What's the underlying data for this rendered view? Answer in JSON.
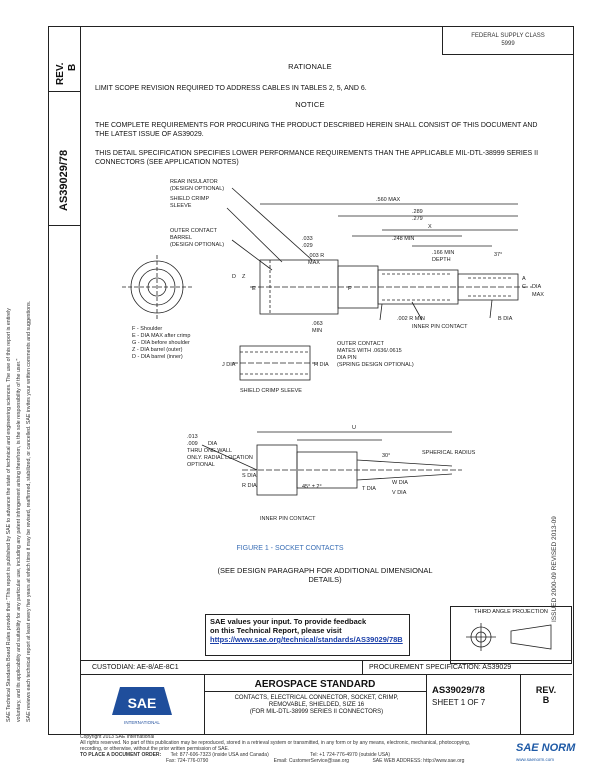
{
  "header": {
    "rev_label": "REV.",
    "rev_value": "B",
    "doc_number": "AS39029/78",
    "federal_class": "FEDERAL SUPPLY CLASS",
    "federal_class_num": "5999"
  },
  "left_notice": {
    "line1": "SAE Technical Standards Board Rules provide that: \"This report is published by SAE to advance the state of technical and engineering sciences. The use of this report is entirely",
    "line2": "voluntary, and its applicability and suitability for any particular use, including any patent infringement arising therefrom, is the sole responsibility of the user.\"",
    "line3": "SAE reviews each technical report at least every five years at which time it may be revised, reaffirmed, stabilized, or cancelled. SAE invites your written comments and suggestions."
  },
  "rationale": {
    "heading": "RATIONALE",
    "text": "LIMIT SCOPE REVISION REQUIRED TO ADDRESS CABLES IN TABLES 2, 5, AND 6."
  },
  "notice": {
    "heading": "NOTICE",
    "p1": "THE COMPLETE REQUIREMENTS FOR PROCURING THE PRODUCT DESCRIBED HEREIN SHALL CONSIST OF THIS DOCUMENT AND THE LATEST ISSUE OF AS39029.",
    "p2": "THIS DETAIL SPECIFICATION SPECIFIES LOWER PERFORMANCE REQUIREMENTS THAN THE APPLICABLE MIL-DTL-38999 SERIES II CONNECTORS (SEE APPLICATION NOTES)"
  },
  "drawing": {
    "rear_insulator": "REAR INSULATOR",
    "design_optional": "(DESIGN OPTIONAL)",
    "shield_crimp": "SHIELD CRIMP",
    "sleeve": "SLEEVE",
    "outer_contact": "OUTER CONTACT",
    "barrel": "BARREL",
    "barrel_opt": "(DESIGN OPTIONAL)",
    "dim_560": ".560 MAX",
    "dim_289": ".289",
    "dim_279": ".279",
    "dim_x": "X",
    "dim_033": ".033",
    "dim_029": ".029",
    "dim_248": ".248 MIN",
    "dim_003": ".003 R",
    "dim_003b": "MAX",
    "dim_166": ".166 MIN",
    "dim_depth": "DEPTH",
    "dim_37": "37°",
    "dim_063": ".063",
    "dim_063b": "MIN",
    "dim_002": ".002 R MIN",
    "inner_pin": "INNER PIN CONTACT",
    "b_dia": "B DIA",
    "a_label": "A",
    "c_label": "C",
    "dia_label": "DIA",
    "max_label": "MAX",
    "letters": [
      "D",
      "Z",
      "E",
      "F"
    ],
    "legend": [
      "F - Shoulder",
      "E - DIA MAX after crimp",
      "G - DIA before shoulder",
      "Z - DIA barrel (outer)",
      "D - DIA barrel (inner)"
    ],
    "outer_mates1": "OUTER CONTACT",
    "outer_mates2": "MATES WITH .0636/.0615",
    "outer_mates3": "DIA PIN",
    "outer_mates4": "(SPRING DESIGN OPTIONAL)",
    "j_dia": "J DIA",
    "h_dia": "H DIA",
    "shield_sleeve": "SHIELD CRIMP SLEEVE",
    "dim_013": ".013",
    "dim_009": ".009",
    "dia_thru": "DIA",
    "thru1": "THRU ONE WALL",
    "thru2": "ONLY. RADIAL LOCATION",
    "thru3": "OPTIONAL",
    "dim_u": "U",
    "dim_30": "30°",
    "spherical": "SPHERICAL RADIUS",
    "dim_45": "45° ± 2°",
    "s_dia": "S DIA",
    "r_dia": "R DIA",
    "t_dia": "T DIA",
    "w_dia": "W DIA",
    "v_dia": "V DIA",
    "inner_pin2": "INNER PIN CONTACT"
  },
  "figure_caption": "FIGURE 1 - SOCKET CONTACTS",
  "see_design": "(SEE DESIGN PARAGRAPH FOR ADDITIONAL DIMENSIONAL DETAILS)",
  "feedback": {
    "line1": "SAE values your input. To provide feedback",
    "line2": "on this Technical Report, please visit",
    "link": "https://www.sae.org/technical/standards/AS39029/78B"
  },
  "third_angle": "THIRD ANGLE PROJECTION",
  "right_margin": "ISSUED 2000-09   REVISED 2013-09",
  "custodian": "CUSTODIAN: AE-8/AE-8C1",
  "procurement": "PROCUREMENT SPECIFICATION: AS39029",
  "title_block": {
    "standard": "AEROSPACE STANDARD",
    "desc1": "CONTACTS, ELECTRICAL CONNECTOR, SOCKET, CRIMP,",
    "desc2": "REMOVABLE, SHIELDED, SIZE 16",
    "desc3": "(FOR MIL-DTL-38999 SERIES II CONNECTORS)",
    "doc": "AS39029/78",
    "sheet": "SHEET 1 OF 7",
    "rev": "REV.",
    "rev_val": "B",
    "logo_text": "SAE",
    "logo_sub": "INTERNATIONAL"
  },
  "footer": {
    "copyright": "Copyright 2013 SAE International",
    "rights": "All rights reserved. No part of this publication may be reproduced, stored in a retrieval system or transmitted, in any form or by any means, electronic, mechanical, photocopying,",
    "rights2": "recording, or otherwise, without the prior written permission of SAE.",
    "order": "TO PLACE A DOCUMENT ORDER:",
    "tel1": "Tel: 877-606-7323 (inside USA and Canada)",
    "tel2": "Tel: +1 724-776-4970 (outside USA)",
    "fax": "Fax: 724-776-0790",
    "email": "Email: CustomerService@sae.org",
    "web": "SAE WEB ADDRESS: http://www.sae.org"
  },
  "watermark": {
    "main": "SAE NORM",
    "sub": "www.saenorm.com"
  }
}
